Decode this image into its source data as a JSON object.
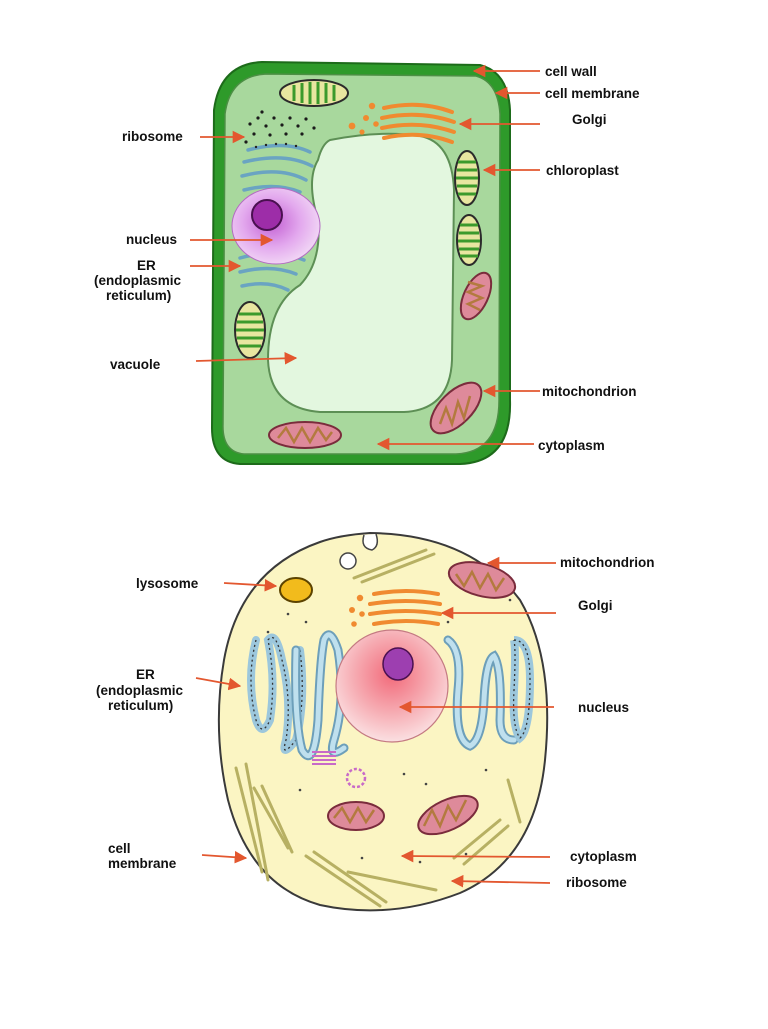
{
  "colors": {
    "arrow": "#e3572f",
    "cell_wall": "#2e9a2a",
    "plant_cytoplasm": "#a8d89d",
    "vacuole": "#e3f7df",
    "animal_cytoplasm": "#fbf5c3",
    "golgi": "#f08a30",
    "er": "#9cc7dc",
    "mitochondrion": "#de8a9a",
    "chloroplast": "#e8e6a0",
    "nucleus_plant": "#d99be6",
    "nucleus_animal": "#f5a6ae",
    "nucleolus": "#9d2da8",
    "lysosome": "#f2bb1c"
  },
  "plant_cell": {
    "labels": {
      "cell_wall": "cell wall",
      "cell_membrane": "cell membrane",
      "golgi": "Golgi",
      "chloroplast": "chloroplast",
      "ribosome": "ribosome",
      "nucleus": "nucleus",
      "er_1": "ER",
      "er_2": "(endoplasmic",
      "er_3": "reticulum)",
      "vacuole": "vacuole",
      "mitochondrion": "mitochondrion",
      "cytoplasm": "cytoplasm"
    }
  },
  "animal_cell": {
    "labels": {
      "mitochondrion": "mitochondrion",
      "lysosome": "lysosome",
      "golgi": "Golgi",
      "er_1": "ER",
      "er_2": "(endoplasmic",
      "er_3": "reticulum)",
      "nucleus": "nucleus",
      "cell_membrane_1": "cell",
      "cell_membrane_2": "membrane",
      "cytoplasm": "cytoplasm",
      "ribosome": "ribosome"
    }
  }
}
